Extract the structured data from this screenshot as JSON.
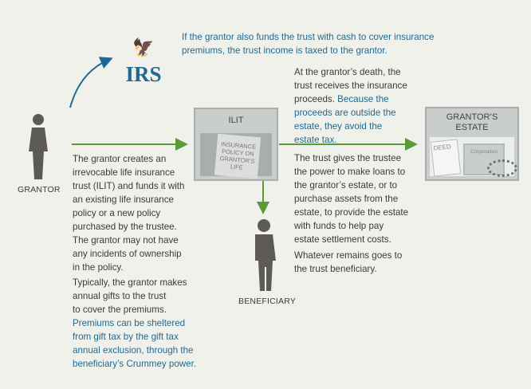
{
  "irs_note": {
    "lines": [
      "If the grantor also funds the trust with cash to cover insurance",
      "premiums, the trust income is taxed to the grantor."
    ]
  },
  "irs_logo": {
    "text": "IRS"
  },
  "death_note": {
    "l1": "At the grantor’s death, the",
    "l2": "trust receives the insurance",
    "l3a": "proceeds. ",
    "l3b": "Because the",
    "l4": "proceeds are outside the",
    "l5": "estate, they avoid the",
    "l6": "estate tax."
  },
  "loans_note": {
    "lines": [
      "The trust gives the trustee",
      "the power to make loans to",
      "the grantor’s estate, or to",
      "purchase assets from the",
      "estate, to provide the estate",
      "with funds to help pay",
      "estate settlement costs."
    ]
  },
  "remains_note": {
    "lines": [
      "Whatever remains goes to",
      "the trust beneficiary."
    ]
  },
  "grantor_note": {
    "lines": [
      "The grantor creates an",
      "irrevocable life insurance",
      "trust (ILIT) and funds it with",
      "an existing life insurance",
      "policy or a new policy",
      "purchased by the trustee.",
      "The grantor may not have",
      "any incidents of ownership",
      "in the policy."
    ]
  },
  "gifts_note": {
    "lines": [
      "Typically, the grantor makes",
      "annual gifts to the trust",
      "to cover the premiums."
    ],
    "blue_lines": [
      "Premiums can be sheltered",
      "from gift tax by the gift tax",
      "annual exclusion, through the",
      "beneficiary’s Crummey power."
    ]
  },
  "grantor": {
    "label": "GRANTOR"
  },
  "beneficiary": {
    "label": "BENEFICIARY"
  },
  "ilit": {
    "title": "ILIT",
    "policy": [
      "INSURANCE",
      "POLICY ON",
      "GRANTOR’S",
      "LIFE"
    ]
  },
  "estate": {
    "title": [
      "GRANTOR’S",
      "ESTATE"
    ],
    "deed": "DEED",
    "cert": "Corporation"
  },
  "colors": {
    "blue": "#1d6a93",
    "green": "#5b9a35",
    "box": "#c9cdcc"
  }
}
